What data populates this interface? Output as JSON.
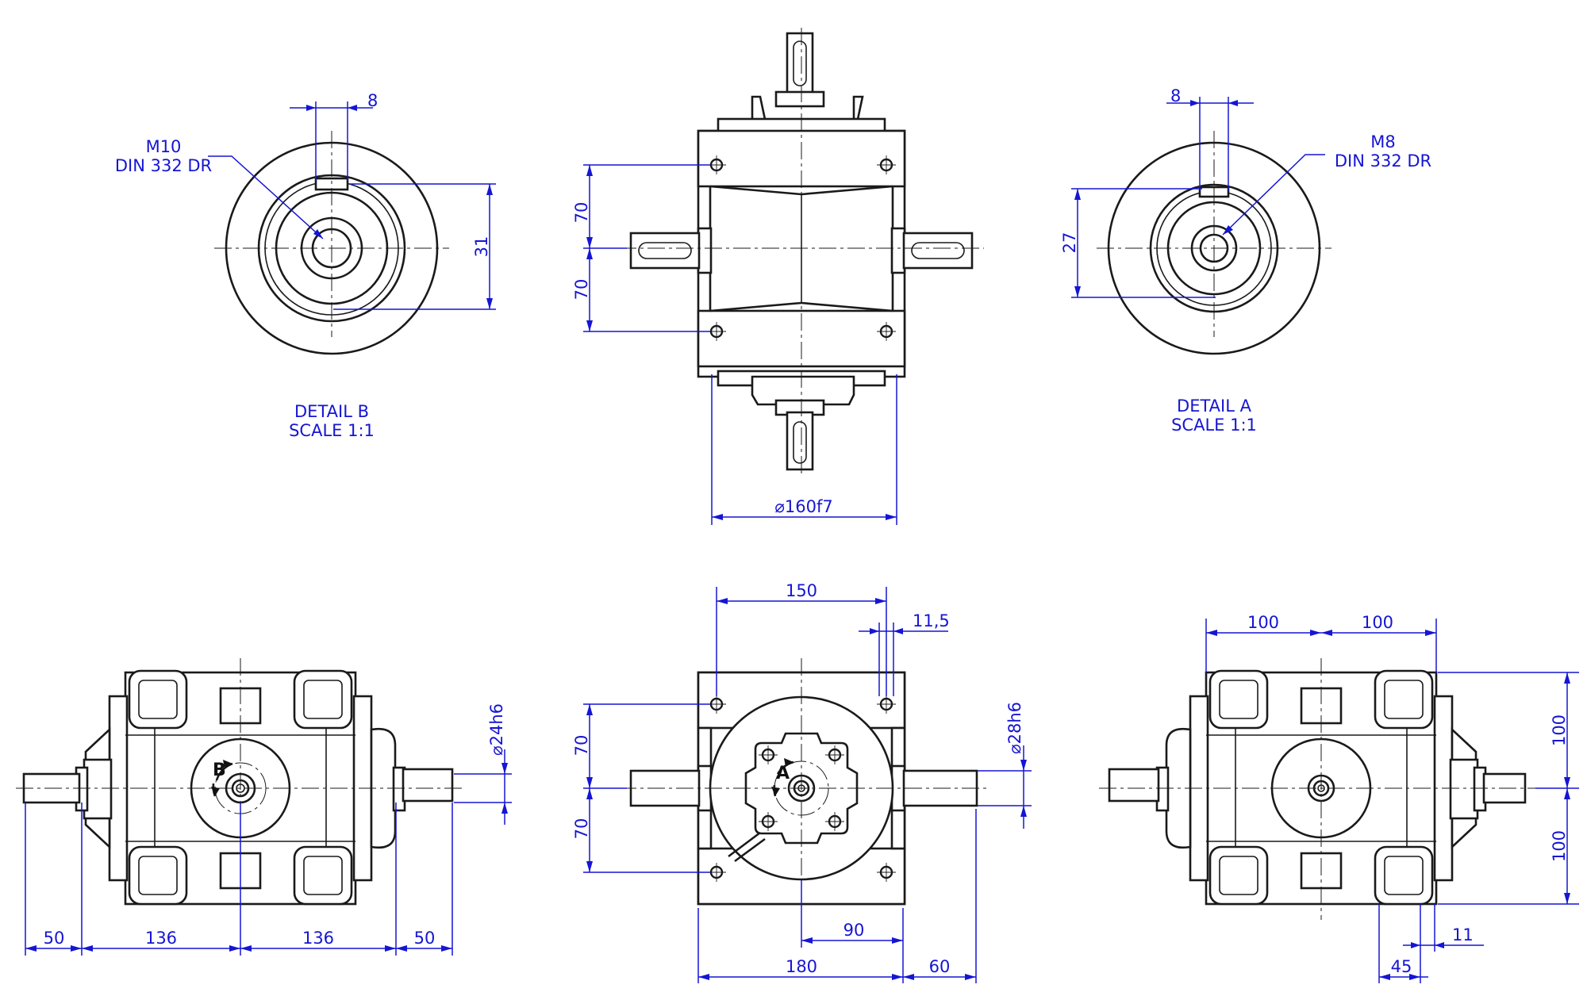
{
  "views": {
    "detail_b": {
      "thread": "M10",
      "standard": "DIN 332 DR",
      "keyway_width": "8",
      "depth": "31",
      "title": "DETAIL B",
      "scale": "SCALE 1:1"
    },
    "detail_a": {
      "thread": "M8",
      "standard": "DIN 332 DR",
      "keyway_width": "8",
      "depth": "27",
      "title": "DETAIL A",
      "scale": "SCALE 1:1"
    },
    "top_view": {
      "offset_upper": "70",
      "offset_lower": "70",
      "pilot_diameter": "⌀160f7"
    },
    "left_view": {
      "shaft_diameter": "⌀24h6",
      "marker": "B",
      "dims": [
        "50",
        "136",
        "136",
        "50"
      ]
    },
    "front_view": {
      "width_top": "150",
      "hole_offset": "11,5",
      "offset_upper": "70",
      "offset_lower": "70",
      "shaft_diameter": "⌀28h6",
      "marker": "A",
      "half_width": "90",
      "overall": "180",
      "shaft_length": "60"
    },
    "right_view": {
      "half_left": "100",
      "half_right": "100",
      "height_upper": "100",
      "height_lower": "100",
      "flange_offset": "11",
      "flange_width": "45"
    }
  }
}
